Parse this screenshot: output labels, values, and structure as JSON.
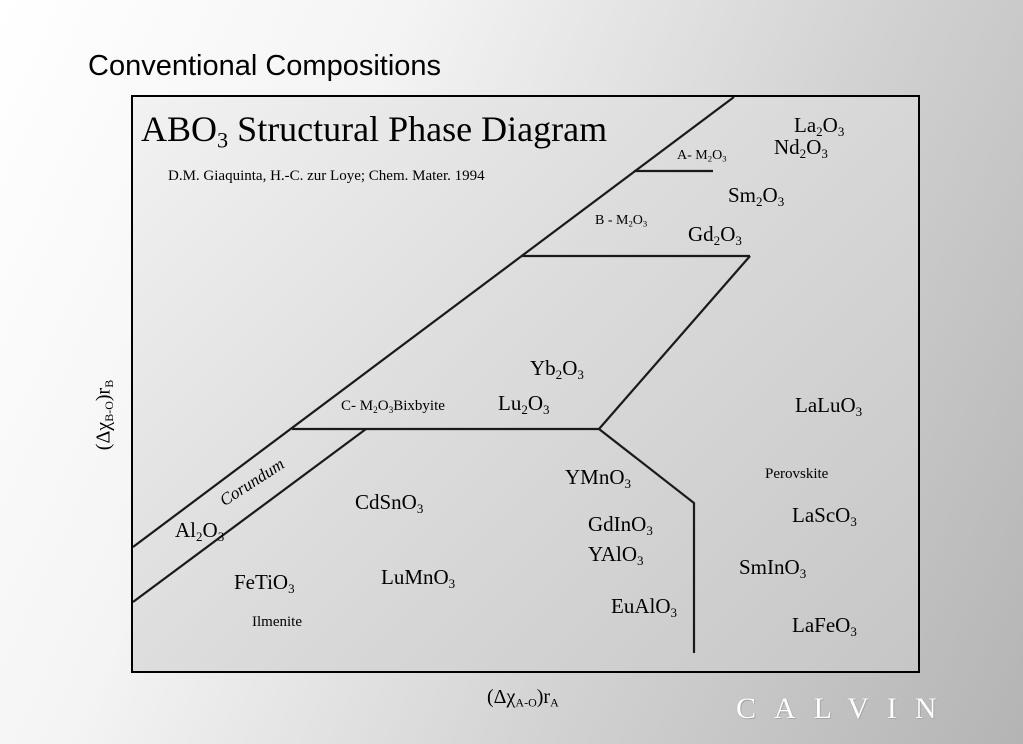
{
  "slide": {
    "title": "Conventional Compositions",
    "logo_text": "CALVIN"
  },
  "diagram": {
    "title_main": "ABO",
    "title_sub": "3",
    "title_rest": " Structural Phase Diagram",
    "citation": "D.M. Giaquinta, H.-C. zur Loye; Chem. Mater. 1994",
    "y_axis": {
      "main": "(Δχ",
      "sub": "B-O",
      "end": ")r",
      "end_sub": "B"
    },
    "x_axis": {
      "main": "(Δχ",
      "sub": "A-O",
      "end": ")r",
      "end_sub": "A"
    },
    "regions": {
      "a_m2o3": {
        "a": "A- M",
        "b": "2",
        "c": "O",
        "d": "3"
      },
      "b_m2o3": {
        "a": "B - M",
        "b": "2",
        "c": "O",
        "d": "3"
      },
      "c_m2o3": {
        "a": "C- M",
        "b": "2",
        "c": "O",
        "d": "3",
        "e": "Bixbyite"
      },
      "corundum": "Corundum",
      "ilmenite": "Ilmenite",
      "perovskite": "Perovskite"
    },
    "compounds": {
      "la2o3": [
        "La",
        "2",
        "O",
        "3"
      ],
      "nd2o3": [
        "Nd",
        "2",
        "O",
        "3"
      ],
      "sm2o3": [
        "Sm",
        "2",
        "O",
        "3"
      ],
      "gd2o3": [
        "Gd",
        "2",
        "O",
        "3"
      ],
      "yb2o3": [
        "Yb",
        "2",
        "O",
        "3"
      ],
      "lu2o3": [
        "Lu",
        "2",
        "O",
        "3"
      ],
      "al2o3": [
        "Al",
        "2",
        "O",
        "3"
      ],
      "laluo3": [
        "LaLuO",
        "3"
      ],
      "ymno3": [
        "YMnO",
        "3"
      ],
      "gdino3": [
        "GdInO",
        "3"
      ],
      "yalo3": [
        "YAlO",
        "3"
      ],
      "eualo3": [
        "EuAlO",
        "3"
      ],
      "cdsno3": [
        "CdSnO",
        "3"
      ],
      "fetio3": [
        "FeTiO",
        "3"
      ],
      "lumno3": [
        "LuMnO",
        "3"
      ],
      "lasco3": [
        "LaScO",
        "3"
      ],
      "smino3": [
        "SmInO",
        "3"
      ],
      "lafeo3": [
        "LaFeO",
        "3"
      ]
    }
  }
}
